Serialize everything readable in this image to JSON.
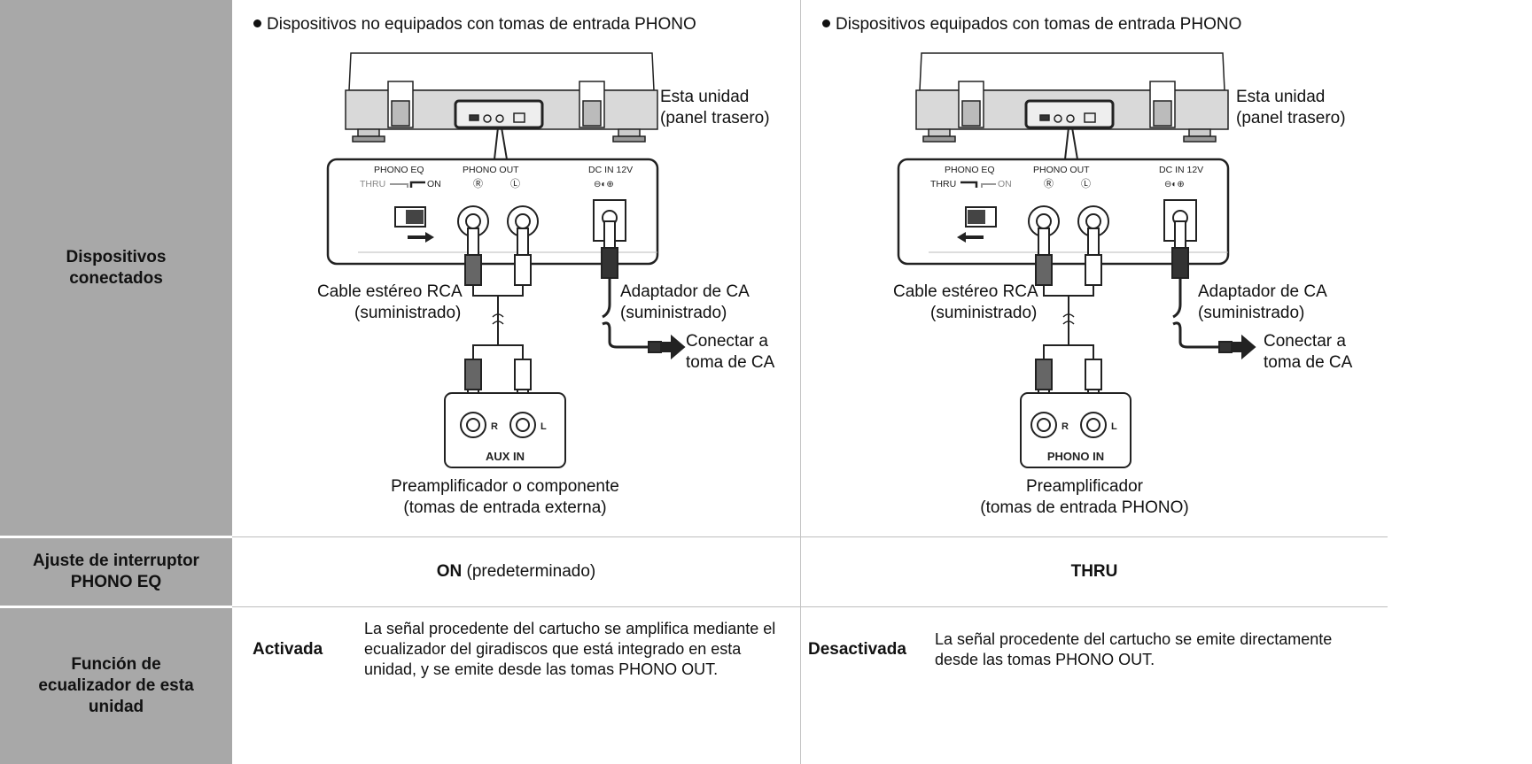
{
  "rows": {
    "devices_header": "Dispositivos conectados",
    "switch_header": "Ajuste de interruptor PHONO EQ",
    "function_header": "Función de ecualizador de esta unidad"
  },
  "left": {
    "bullet": "Dispositivos no equipados con tomas de entrada PHONO",
    "unit_label": "Esta unidad",
    "unit_sub": "(panel trasero)",
    "cable_label": "Cable estéreo RCA",
    "cable_sub": "(suministrado)",
    "adapter_label": "Adaptador de CA",
    "adapter_sub": "(suministrado)",
    "connect_label": "Conectar a",
    "connect_sub": "toma de CA",
    "panel_eq": "PHONO EQ",
    "panel_thru": "THRU",
    "panel_on": "ON",
    "panel_out": "PHONO OUT",
    "panel_dc": "DC IN 12V",
    "jack_r": "R",
    "jack_l": "L",
    "input_name": "AUX IN",
    "device_label": "Preamplificador o componente",
    "device_sub": "(tomas de entrada externa)",
    "switch_value": "ON",
    "switch_note": " (predeterminado)",
    "function_state": "Activada",
    "function_desc": "La señal procedente del cartucho se amplifica mediante el ecualizador del giradiscos que está integrado en esta unidad, y se emite desde las tomas PHONO OUT."
  },
  "right": {
    "bullet": "Dispositivos equipados con tomas de entrada PHONO",
    "unit_label": "Esta unidad",
    "unit_sub": "(panel trasero)",
    "cable_label": "Cable estéreo RCA",
    "cable_sub": "(suministrado)",
    "adapter_label": "Adaptador de CA",
    "adapter_sub": "(suministrado)",
    "connect_label": "Conectar a",
    "connect_sub": "toma de CA",
    "panel_eq": "PHONO EQ",
    "panel_thru": "THRU",
    "panel_on": "ON",
    "panel_out": "PHONO OUT",
    "panel_dc": "DC IN 12V",
    "jack_r": "R",
    "jack_l": "L",
    "input_name": "PHONO IN",
    "device_label": "Preamplificador",
    "device_sub": "(tomas de entrada PHONO)",
    "switch_value": "THRU",
    "function_state": "Desactivada",
    "function_desc": "La señal procedente del cartucho se emite directamente desde las tomas PHONO OUT."
  },
  "colors": {
    "header_bg": "#a8a8a8",
    "rule": "#bdbdbd"
  }
}
